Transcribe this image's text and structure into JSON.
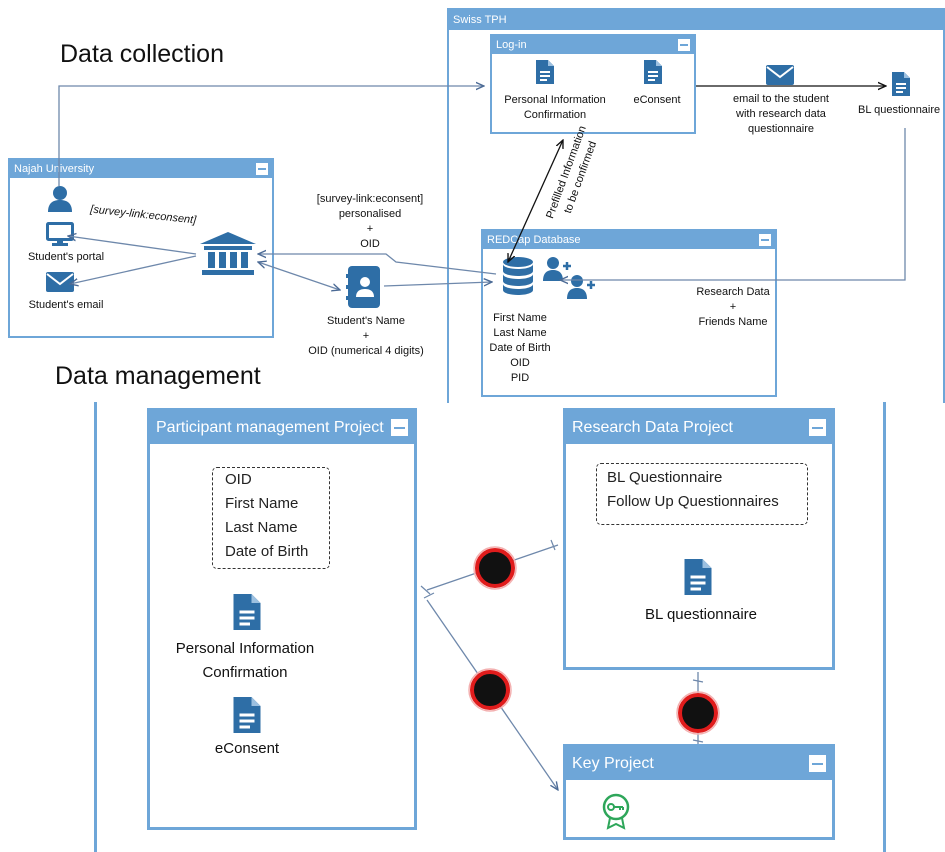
{
  "sections": {
    "collection": "Data collection",
    "management": "Data management"
  },
  "najah": {
    "title": "Najah University",
    "link_label": "[survey-link:econsent]",
    "portal": "Student's portal",
    "email": "Student's email"
  },
  "swiss": {
    "title": "Swiss TPH",
    "login": {
      "title": "Log-in",
      "pic_line1": "Personal Information",
      "pic_line2": "Confirmation",
      "econsent": "eConsent"
    },
    "email_label": [
      "email to the student",
      "with research data",
      "questionnaire"
    ],
    "bl_questionnaire": "BL questionnaire",
    "prefilled": [
      "Prefilled Information",
      "to be confirmed"
    ],
    "redcap": {
      "title": "REDCap Database",
      "fields": [
        "First Name",
        "Last Name",
        "Date of Birth",
        "OID",
        "PID"
      ],
      "research": [
        "Research Data",
        "+",
        "Friends Name"
      ]
    }
  },
  "middle": {
    "survey_lines": [
      "[survey-link:econsent]",
      "personalised",
      "+",
      "OID"
    ],
    "contact_lines": [
      "Student's Name",
      "+",
      "OID (numerical 4 digits)"
    ]
  },
  "management": {
    "participant": {
      "title": "Participant management Project",
      "fields": [
        "OID",
        "First Name",
        "Last Name",
        "Date of Birth"
      ],
      "pic_line1": "Personal Information",
      "pic_line2": "Confirmation",
      "econsent": "eConsent"
    },
    "research": {
      "title": "Research Data Project",
      "items": [
        "BL Questionnaire",
        "Follow Up Questionnaires"
      ],
      "doc": "BL questionnaire"
    },
    "key": {
      "title": "Key Project"
    }
  },
  "colors": {
    "panel_border": "#6ea6d8",
    "icon": "#2e6ea6",
    "arrow": "#7a95b8",
    "key_icon": "#2ea65a",
    "connector_ring": "#e01c1c"
  }
}
